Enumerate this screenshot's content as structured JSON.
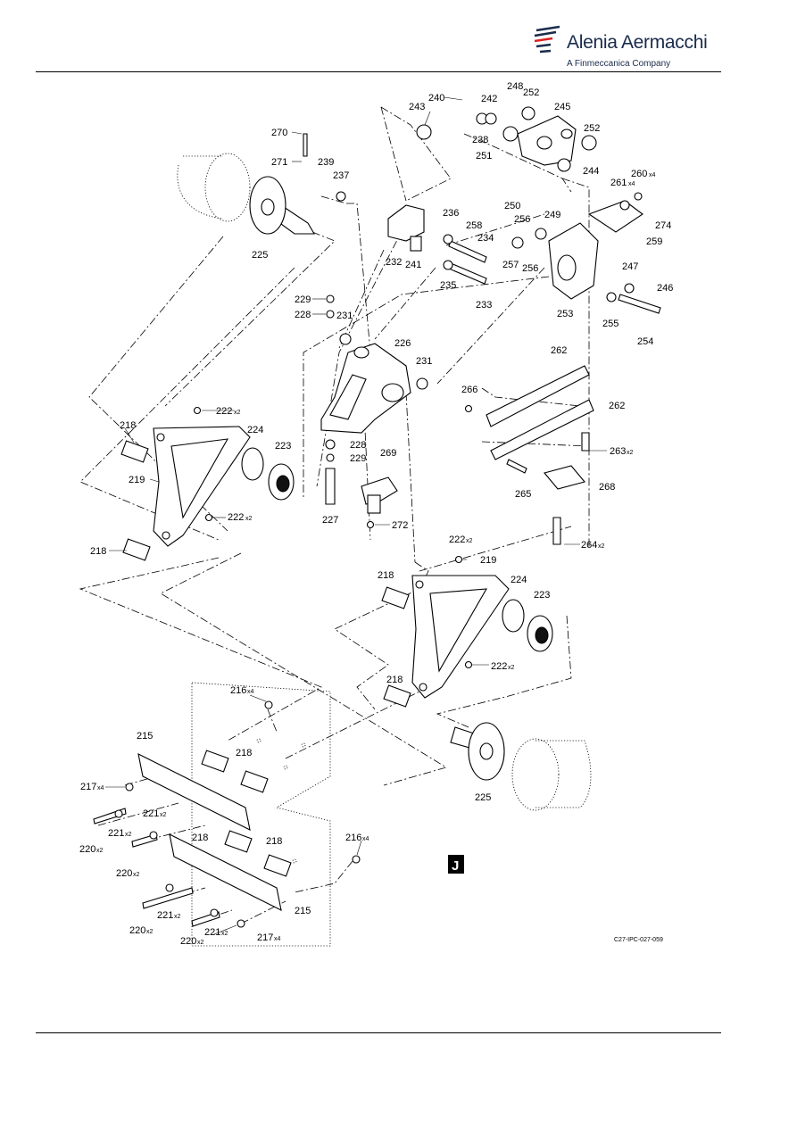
{
  "header": {
    "brand": "Alenia Aermacchi",
    "subtitle": "A Finmeccanica Company"
  },
  "figure": {
    "view_letter": "J",
    "reference": "C27-IPC-027-059",
    "callouts": [
      {
        "id": "c270",
        "text": "270"
      },
      {
        "id": "c271",
        "text": "271"
      },
      {
        "id": "c239",
        "text": "239"
      },
      {
        "id": "c237",
        "text": "237"
      },
      {
        "id": "c225a",
        "text": "225"
      },
      {
        "id": "c243",
        "text": "243"
      },
      {
        "id": "c240",
        "text": "240"
      },
      {
        "id": "c248",
        "text": "248"
      },
      {
        "id": "c252a",
        "text": "252"
      },
      {
        "id": "c242",
        "text": "242"
      },
      {
        "id": "c245",
        "text": "245"
      },
      {
        "id": "c238",
        "text": "238"
      },
      {
        "id": "c251",
        "text": "251"
      },
      {
        "id": "c252b",
        "text": "252"
      },
      {
        "id": "c244",
        "text": "244"
      },
      {
        "id": "c260",
        "text": "260",
        "qty": "x4"
      },
      {
        "id": "c261",
        "text": "261",
        "qty": "x4"
      },
      {
        "id": "c236",
        "text": "236"
      },
      {
        "id": "c250",
        "text": "250"
      },
      {
        "id": "c249",
        "text": "249"
      },
      {
        "id": "c256a",
        "text": "256"
      },
      {
        "id": "c258",
        "text": "258"
      },
      {
        "id": "c274",
        "text": "274"
      },
      {
        "id": "c234",
        "text": "234"
      },
      {
        "id": "c259",
        "text": "259"
      },
      {
        "id": "c232",
        "text": "232"
      },
      {
        "id": "c241",
        "text": "241"
      },
      {
        "id": "c257",
        "text": "257"
      },
      {
        "id": "c256b",
        "text": "256"
      },
      {
        "id": "c235",
        "text": "235"
      },
      {
        "id": "c247",
        "text": "247"
      },
      {
        "id": "c246",
        "text": "246"
      },
      {
        "id": "c233",
        "text": "233"
      },
      {
        "id": "c229a",
        "text": "229"
      },
      {
        "id": "c228a",
        "text": "228"
      },
      {
        "id": "c231a",
        "text": "231"
      },
      {
        "id": "c253",
        "text": "253"
      },
      {
        "id": "c255",
        "text": "255"
      },
      {
        "id": "c254",
        "text": "254"
      },
      {
        "id": "c226",
        "text": "226"
      },
      {
        "id": "c262a",
        "text": "262"
      },
      {
        "id": "c231b",
        "text": "231"
      },
      {
        "id": "c266",
        "text": "266"
      },
      {
        "id": "c262b",
        "text": "262"
      },
      {
        "id": "c222a",
        "text": "222",
        "qty": "x2"
      },
      {
        "id": "c218a",
        "text": "218"
      },
      {
        "id": "c224a",
        "text": "224"
      },
      {
        "id": "c223a",
        "text": "223"
      },
      {
        "id": "c228b",
        "text": "228"
      },
      {
        "id": "c229b",
        "text": "229"
      },
      {
        "id": "c269",
        "text": "269"
      },
      {
        "id": "c263",
        "text": "263",
        "qty": "x2"
      },
      {
        "id": "c219a",
        "text": "219"
      },
      {
        "id": "c265",
        "text": "265"
      },
      {
        "id": "c268",
        "text": "268"
      },
      {
        "id": "c227",
        "text": "227"
      },
      {
        "id": "c222b",
        "text": "222",
        "qty": "x2"
      },
      {
        "id": "c272",
        "text": "272"
      },
      {
        "id": "c218b",
        "text": "218"
      },
      {
        "id": "c264",
        "text": "264",
        "qty": "x2"
      },
      {
        "id": "c222c",
        "text": "222",
        "qty": "x2"
      },
      {
        "id": "c219b",
        "text": "219"
      },
      {
        "id": "c218c",
        "text": "218"
      },
      {
        "id": "c224b",
        "text": "224"
      },
      {
        "id": "c223b",
        "text": "223"
      },
      {
        "id": "c222d",
        "text": "222",
        "qty": "x2"
      },
      {
        "id": "c216a",
        "text": "216",
        "qty": "x4"
      },
      {
        "id": "c218d",
        "text": "218"
      },
      {
        "id": "c215a",
        "text": "215"
      },
      {
        "id": "c218e",
        "text": "218"
      },
      {
        "id": "c217a",
        "text": "217",
        "qty": "x4"
      },
      {
        "id": "c225b",
        "text": "225"
      },
      {
        "id": "c221a",
        "text": "221",
        "qty": "x2"
      },
      {
        "id": "c221b",
        "text": "221",
        "qty": "x2"
      },
      {
        "id": "c220a",
        "text": "220",
        "qty": "x2"
      },
      {
        "id": "c218f",
        "text": "218"
      },
      {
        "id": "c218g",
        "text": "218"
      },
      {
        "id": "c216b",
        "text": "216",
        "qty": "x4"
      },
      {
        "id": "c220b",
        "text": "220",
        "qty": "x2"
      },
      {
        "id": "c215b",
        "text": "215"
      },
      {
        "id": "c220c",
        "text": "220",
        "qty": "x2"
      },
      {
        "id": "c221c",
        "text": "221",
        "qty": "x2"
      },
      {
        "id": "c220d",
        "text": "220",
        "qty": "x2"
      },
      {
        "id": "c221d",
        "text": "221",
        "qty": "x2"
      },
      {
        "id": "c217b",
        "text": "217",
        "qty": "x4"
      }
    ]
  }
}
